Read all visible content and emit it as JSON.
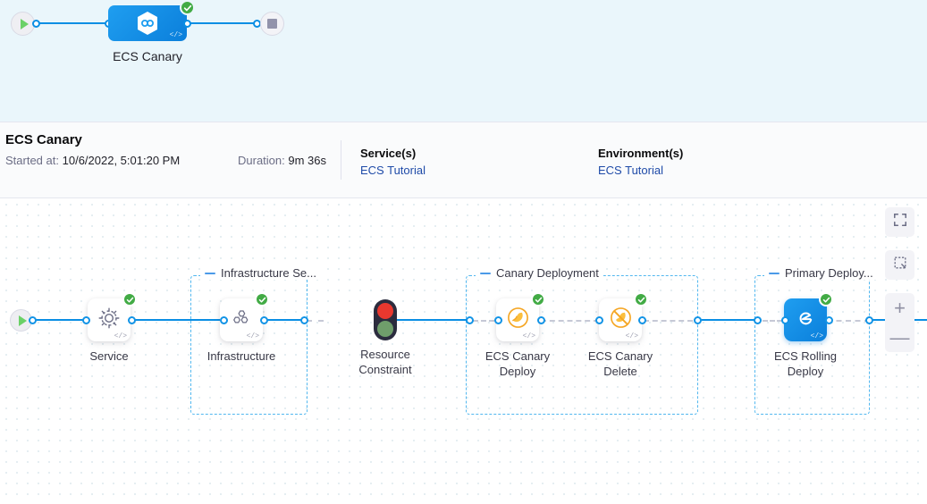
{
  "minimap": {
    "start_icon": "play-icon",
    "stop_icon": "stop-icon",
    "node_label": "ECS Canary",
    "node_icon": "harness-hexagon-icon",
    "status_icon": "success-check-icon",
    "code_glyph": "</>"
  },
  "details": {
    "title": "ECS Canary",
    "started_label": "Started at",
    "started_value": "10/6/2022, 5:01:20 PM",
    "duration_label": "Duration",
    "duration_value": "9m 36s",
    "services_header": "Service(s)",
    "services_value": "ECS Tutorial",
    "environments_header": "Environment(s)",
    "environments_value": "ECS Tutorial"
  },
  "canvas": {
    "start_icon": "play-icon",
    "groups": [
      {
        "label": "Infrastructure Se...",
        "name": "infrastructure-section-group"
      },
      {
        "label": "Canary Deployment",
        "name": "canary-deployment-group"
      },
      {
        "label": "Primary Deploy...",
        "name": "primary-deployment-group"
      }
    ],
    "nodes": [
      {
        "label": "Service",
        "icon": "gear-icon",
        "status": "success-check-icon",
        "code_glyph": "</>"
      },
      {
        "label": "Infrastructure",
        "icon": "hexagon-cluster-icon",
        "status": "success-check-icon",
        "code_glyph": "</>"
      },
      {
        "label": "Resource\nConstraint",
        "label_line1": "Resource",
        "label_line2": "Constraint",
        "icon": "traffic-light-icon",
        "status": "none"
      },
      {
        "label": "ECS Canary Deploy",
        "label_line1": "ECS Canary",
        "label_line2": "Deploy",
        "icon": "canary-bird-icon",
        "status": "success-check-icon",
        "code_glyph": "</>"
      },
      {
        "label": "ECS Canary Delete",
        "label_line1": "ECS Canary",
        "label_line2": "Delete",
        "icon": "canary-bird-delete-icon",
        "status": "success-check-icon",
        "code_glyph": "</>"
      },
      {
        "label": "ECS Rolling Deploy",
        "label_line1": "ECS Rolling",
        "label_line2": "Deploy",
        "icon": "ecs-rolling-icon",
        "status": "success-check-icon",
        "code_glyph": "</>"
      }
    ]
  },
  "toolbar": {
    "fullscreen_label": "fit-to-screen",
    "select_label": "marquee-select",
    "zoom_in_label": "+",
    "zoom_out_label": "—"
  },
  "colors": {
    "accent_blue": "#0a8ee4",
    "node_blue": "#1f9ef0",
    "success_green": "#42ab45",
    "group_border": "#51b7ef",
    "link_text": "#1f4ba8",
    "top_strip_bg": "#eaf6fb"
  }
}
